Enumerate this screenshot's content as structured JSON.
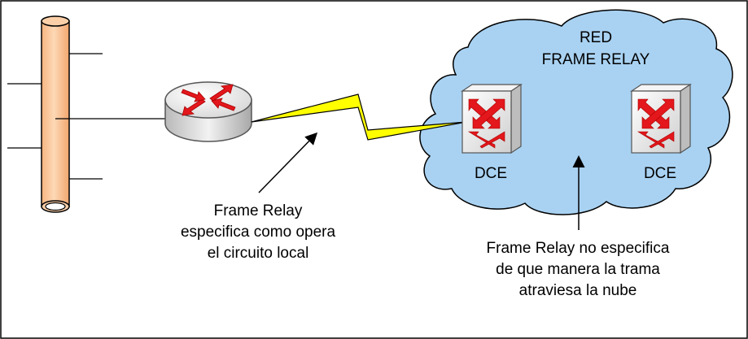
{
  "cloud": {
    "title_line1": "RED",
    "title_line2": "FRAME RELAY",
    "switch_left_label": "DCE",
    "switch_right_label": "DCE"
  },
  "annotations": {
    "left": [
      "Frame Relay",
      "especifica como opera",
      "el circuito local"
    ],
    "right": [
      "Frame Relay no especifica",
      "de que manera la trama",
      "atraviesa la nube"
    ]
  },
  "colors": {
    "cloud_fill": "#a9d2f2",
    "cable_fill": "#fac498",
    "lightning_fill": "#ffff00",
    "arrow_red": "#e3171c",
    "router_body": "#e8e8e8"
  },
  "icons": [
    "backbone-cable",
    "router-icon",
    "switch-icon",
    "lightning-link",
    "cloud"
  ]
}
